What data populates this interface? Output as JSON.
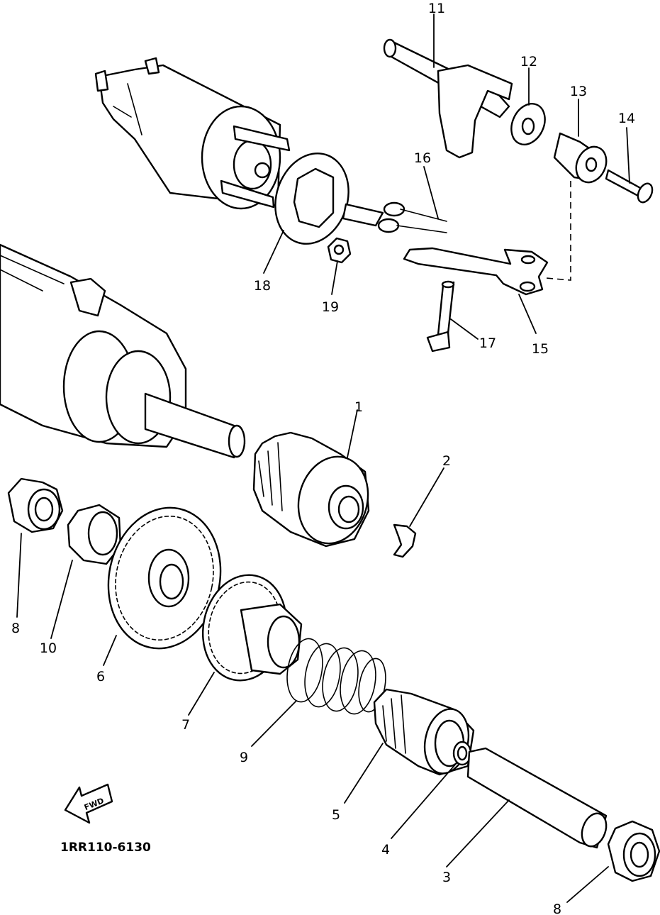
{
  "diagram": {
    "code": "1RR110-6130",
    "fwd_label": "FWD",
    "callouts": {
      "p1": "1",
      "p2": "2",
      "p3": "3",
      "p4": "4",
      "p5": "5",
      "p6": "6",
      "p7": "7",
      "p8a": "8",
      "p8b": "8",
      "p9": "9",
      "p10": "10",
      "p11": "11",
      "p12": "12",
      "p13": "13",
      "p14": "14",
      "p15": "15",
      "p16": "16",
      "p17": "17",
      "p18": "18",
      "p19": "19"
    }
  }
}
